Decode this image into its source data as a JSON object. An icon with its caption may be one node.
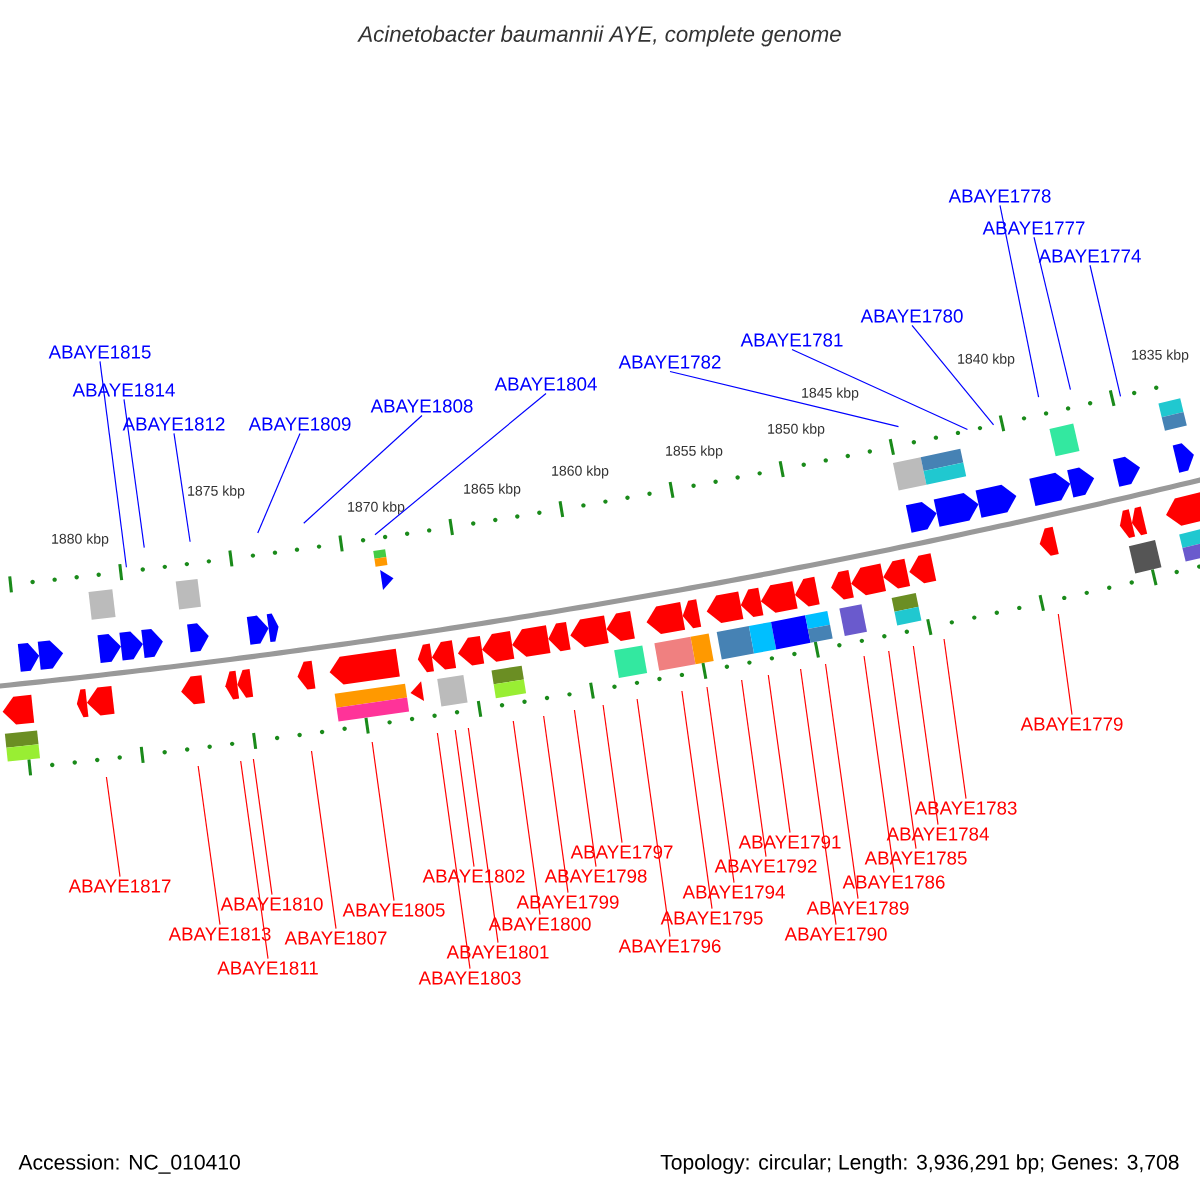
{
  "diagram": {
    "title": "Acinetobacter baumannii AYE, complete genome",
    "nodes": [
      {
        "text": [
          "ABAYE1815"
        ]
      },
      {
        "text": [
          "ABAYE1814"
        ]
      },
      {
        "text": [
          "ABAYE1812"
        ]
      },
      {
        "text": [
          "ABAYE1809"
        ]
      },
      {
        "text": [
          "ABAYE1808"
        ]
      },
      {
        "text": [
          "ABAYE1804"
        ]
      },
      {
        "text": [
          "ABAYE1782"
        ]
      },
      {
        "text": [
          "ABAYE1781"
        ]
      },
      {
        "text": [
          "ABAYE1780"
        ]
      },
      {
        "text": [
          "ABAYE1778"
        ]
      },
      {
        "text": [
          "ABAYE1777"
        ]
      },
      {
        "text": [
          "ABAYE1774"
        ]
      },
      {
        "text": [
          "ABAYE1817"
        ]
      },
      {
        "text": [
          "ABAYE1813"
        ]
      },
      {
        "text": [
          "ABAYE1811"
        ]
      },
      {
        "text": [
          "ABAYE1810"
        ]
      },
      {
        "text": [
          "ABAYE1807"
        ]
      },
      {
        "text": [
          "ABAYE1805"
        ]
      },
      {
        "text": [
          "ABAYE1803"
        ]
      },
      {
        "text": [
          "ABAYE1802"
        ]
      },
      {
        "text": [
          "ABAYE1801"
        ]
      },
      {
        "text": [
          "ABAYE1800"
        ]
      },
      {
        "text": [
          "ABAYE1799"
        ]
      },
      {
        "text": [
          "ABAYE1798"
        ]
      },
      {
        "text": [
          "ABAYE1797"
        ]
      },
      {
        "text": [
          "ABAYE1796"
        ]
      },
      {
        "text": [
          "ABAYE1795"
        ]
      },
      {
        "text": [
          "ABAYE1794"
        ]
      },
      {
        "text": [
          "ABAYE1792"
        ]
      },
      {
        "text": [
          "ABAYE1791"
        ]
      },
      {
        "text": [
          "ABAYE1790"
        ]
      },
      {
        "text": [
          "ABAYE1789"
        ]
      },
      {
        "text": [
          "ABAYE1786"
        ]
      },
      {
        "text": [
          "ABAYE1785"
        ]
      },
      {
        "text": [
          "ABAYE1784"
        ]
      },
      {
        "text": [
          "ABAYE1783"
        ]
      },
      {
        "text": [
          "ABAYE1779"
        ]
      }
    ],
    "edges": [
      {
        "from": 0,
        "to": null,
        "arrow": "none",
        "color": "#0000ff"
      },
      {
        "from": 1,
        "to": null,
        "arrow": "none",
        "color": "#0000ff"
      },
      {
        "from": 2,
        "to": null,
        "arrow": "none",
        "color": "#0000ff"
      },
      {
        "from": 3,
        "to": null,
        "arrow": "none",
        "color": "#0000ff"
      },
      {
        "from": 4,
        "to": null,
        "arrow": "none",
        "color": "#0000ff"
      },
      {
        "from": 5,
        "to": null,
        "arrow": "none",
        "color": "#0000ff"
      },
      {
        "from": 6,
        "to": null,
        "arrow": "none",
        "color": "#0000ff"
      },
      {
        "from": 7,
        "to": null,
        "arrow": "none",
        "color": "#0000ff"
      },
      {
        "from": 8,
        "to": null,
        "arrow": "none",
        "color": "#0000ff"
      },
      {
        "from": 9,
        "to": null,
        "arrow": "none",
        "color": "#0000ff"
      },
      {
        "from": 10,
        "to": null,
        "arrow": "none",
        "color": "#0000ff"
      },
      {
        "from": 11,
        "to": null,
        "arrow": "none",
        "color": "#0000ff"
      },
      {
        "from": 12,
        "to": null,
        "arrow": "none"
      },
      {
        "from": 13,
        "to": null,
        "arrow": "none"
      },
      {
        "from": 14,
        "to": null,
        "arrow": "none"
      },
      {
        "from": 15,
        "to": null,
        "arrow": "none"
      },
      {
        "from": 16,
        "to": null,
        "arrow": "none"
      },
      {
        "from": 17,
        "to": null,
        "arrow": "none"
      },
      {
        "from": 18,
        "to": null,
        "arrow": "none"
      },
      {
        "from": 19,
        "to": null,
        "arrow": "none"
      },
      {
        "from": 20,
        "to": null,
        "arrow": "none"
      },
      {
        "from": 21,
        "to": null,
        "arrow": "none"
      },
      {
        "from": 22,
        "to": null,
        "arrow": "none"
      },
      {
        "from": 23,
        "to": null,
        "arrow": "none"
      },
      {
        "from": 24,
        "to": null,
        "arrow": "none"
      },
      {
        "from": 25,
        "to": null,
        "arrow": "none"
      },
      {
        "from": 26,
        "to": null,
        "arrow": "none"
      },
      {
        "from": 27,
        "to": null,
        "arrow": "none"
      },
      {
        "from": 28,
        "to": null,
        "arrow": "none"
      },
      {
        "from": 29,
        "to": null,
        "arrow": "none"
      },
      {
        "from": 30,
        "to": null,
        "arrow": "none"
      },
      {
        "from": 31,
        "to": null,
        "arrow": "none"
      },
      {
        "from": 32,
        "to": null,
        "arrow": "none"
      },
      {
        "from": 33,
        "to": null,
        "arrow": "none"
      },
      {
        "from": 34,
        "to": null,
        "arrow": "none"
      },
      {
        "from": 35,
        "to": null,
        "arrow": "none"
      },
      {
        "from": 36,
        "to": null,
        "arrow": "none"
      }
    ],
    "labels": [
      "1880 kbp",
      "1875 kbp",
      "1870 kbp",
      "1865 kbp",
      "1860 kbp",
      "1855 kbp",
      "1850 kbp",
      "1845 kbp",
      "1840 kbp",
      "1835 kbp",
      "Accession: NC_010410",
      "Topology: circular; Length: 3,936,291 bp; Genes: 3,708"
    ]
  }
}
